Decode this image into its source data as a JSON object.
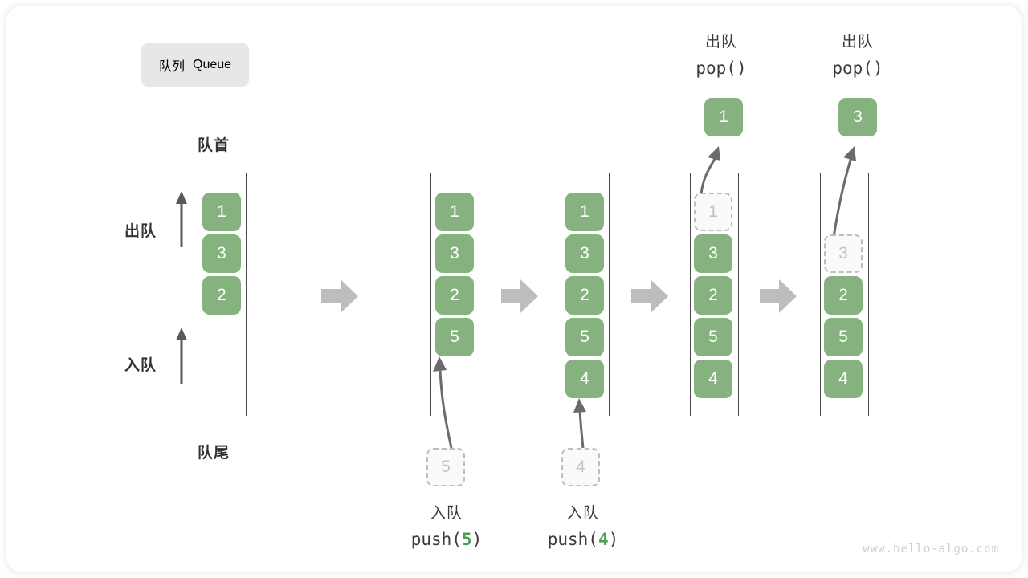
{
  "title": {
    "cn": "队列",
    "en": "Queue"
  },
  "labels": {
    "front": "队首",
    "rear": "队尾",
    "dequeue_side": "出队",
    "enqueue_side": "入队"
  },
  "colors": {
    "cell_fill": "#85b27f",
    "cell_text": "#ffffff",
    "ghost_border": "#bdbdbd",
    "ghost_text": "#c3c3c3",
    "rail": "#4a4a4a",
    "step_arrow": "#bdbdbd",
    "accent_green": "#4f9e52",
    "badge_bg": "#e7e7e7"
  },
  "steps": [
    {
      "name": "initial",
      "cells": [
        "1",
        "3",
        "2"
      ],
      "ghost_top_slots": 0,
      "incoming": null,
      "popped": null,
      "caption": null
    },
    {
      "name": "push-5",
      "cells": [
        "1",
        "3",
        "2",
        "5"
      ],
      "ghost_top_slots": 0,
      "incoming": "5",
      "popped": null,
      "caption": {
        "cn": "入队",
        "code_prefix": "push(",
        "code_value": "5",
        "code_suffix": ")"
      }
    },
    {
      "name": "push-4",
      "cells": [
        "1",
        "3",
        "2",
        "5",
        "4"
      ],
      "ghost_top_slots": 0,
      "incoming": "4",
      "popped": null,
      "caption": {
        "cn": "入队",
        "code_prefix": "push(",
        "code_value": "4",
        "code_suffix": ")"
      }
    },
    {
      "name": "pop-1",
      "cells": [
        "3",
        "2",
        "5",
        "4"
      ],
      "ghost_top_slots": 0,
      "ghost_value": "1",
      "incoming": null,
      "popped": "1",
      "pop_caption": {
        "cn": "出队",
        "code": "pop()"
      }
    },
    {
      "name": "pop-3",
      "cells": [
        "2",
        "5",
        "4"
      ],
      "ghost_top_slots": 1,
      "ghost_value": "3",
      "incoming": null,
      "popped": "3",
      "pop_caption": {
        "cn": "出队",
        "code": "pop()"
      }
    }
  ],
  "watermark": "www.hello-algo.com"
}
